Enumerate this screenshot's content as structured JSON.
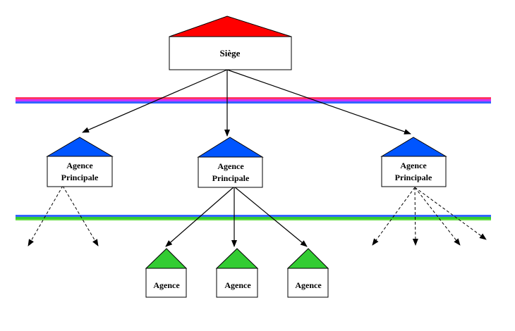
{
  "hq": {
    "label": "Siège",
    "roof_color": "#ff0000"
  },
  "principal_agencies": [
    {
      "line1": "Agence",
      "line2": "Principale",
      "roof_color": "#0055ff"
    },
    {
      "line1": "Agence",
      "line2": "Principale",
      "roof_color": "#0055ff"
    },
    {
      "line1": "Agence",
      "line2": "Principale",
      "roof_color": "#0055ff"
    }
  ],
  "agencies": [
    {
      "label": "Agence",
      "roof_color": "#33cc33"
    },
    {
      "label": "Agence",
      "roof_color": "#33cc33"
    },
    {
      "label": "Agence",
      "roof_color": "#33cc33"
    }
  ],
  "band_colors": {
    "top": [
      "#ff3366",
      "#cc33ff",
      "#3366ff"
    ],
    "bottom": [
      "#3366ff",
      "#33cc33",
      "#66dd44"
    ]
  }
}
